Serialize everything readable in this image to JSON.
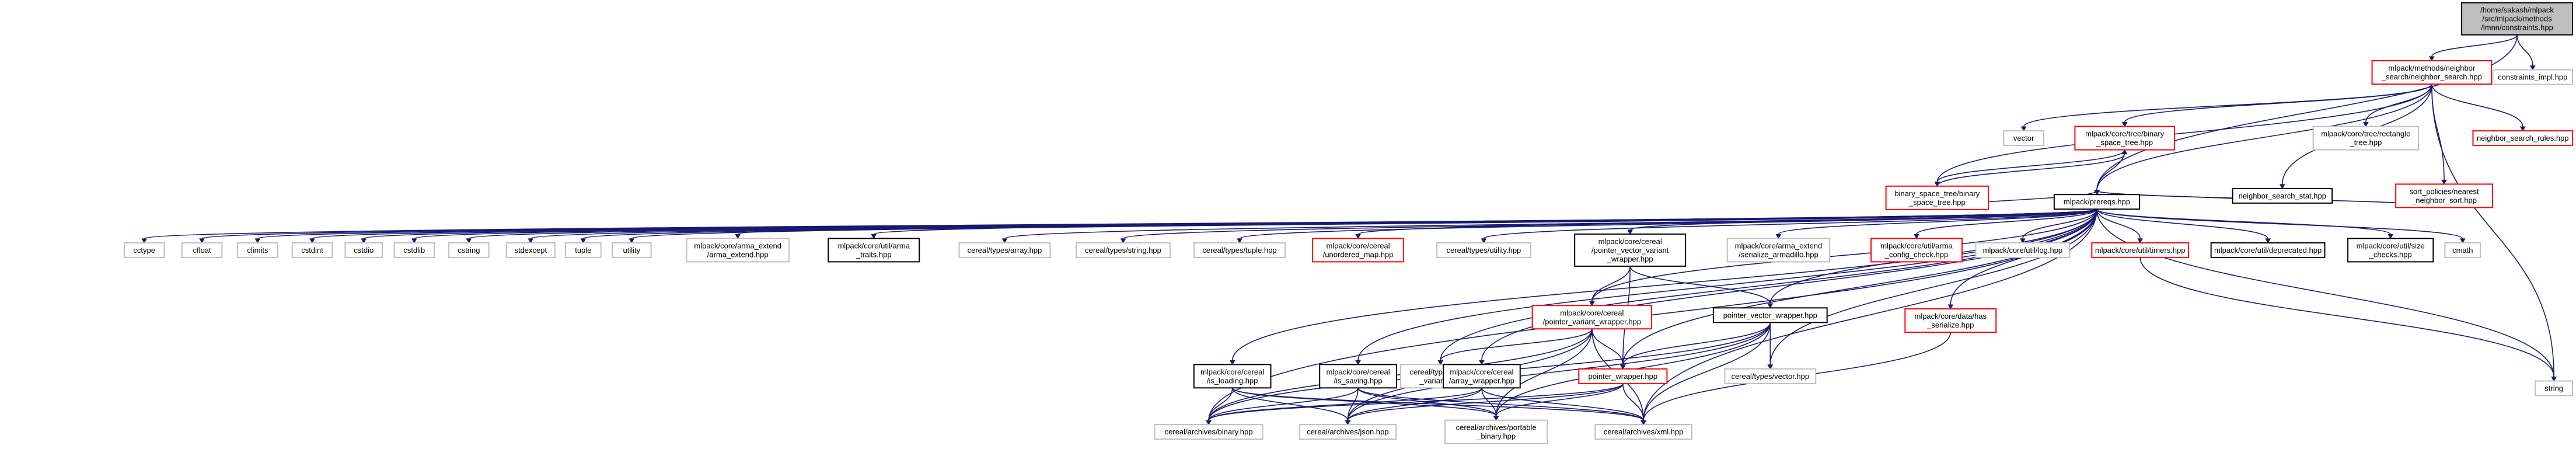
{
  "title": "",
  "root": "/home/sakash/mlpack/src/mlpack/methods/lmnn/constraints.hpp",
  "nodes": {
    "root": "/home/sakash/mlpack\n/src/mlpack/methods\n/lmnn/constraints.hpp",
    "constraints_impl": "constraints_impl.hpp",
    "neighbor_search": "mlpack/methods/neighbor\n_search/neighbor_search.hpp",
    "prereqs": "mlpack/prereqs.hpp",
    "string": "string",
    "vector": "vector",
    "bst": "mlpack/core/tree/binary\n_space_tree.hpp",
    "rect_tree": "mlpack/core/tree/rectangle\n_tree.hpp",
    "ns_rules": "neighbor_search_rules.hpp",
    "bst_inner": "binary_space_tree/binary\n_space_tree.hpp",
    "ns_stat": "neighbor_search_stat.hpp",
    "nearest_sort": "sort_policies/nearest\n_neighbor_sort.hpp",
    "cctype": "cctype",
    "cfloat": "cfloat",
    "climits": "climits",
    "cstdint": "cstdint",
    "cstdio": "cstdio",
    "cstdlib": "cstdlib",
    "cstring": "cstring",
    "stdexcept": "stdexcept",
    "tuple": "tuple",
    "utility": "utility",
    "arma_extend": "mlpack/core/arma_extend\n/arma_extend.hpp",
    "arma_traits": "mlpack/core/util/arma\n_traits.hpp",
    "types_array": "cereal/types/array.hpp",
    "types_string": "cereal/types/string.hpp",
    "types_tuple": "cereal/types/tuple.hpp",
    "unordered_map": "mlpack/core/cereal\n/unordered_map.hpp",
    "types_utility": "cereal/types/utility.hpp",
    "pvvw": "mlpack/core/cereal\n/pointer_vector_variant\n_wrapper.hpp",
    "serialize_armadillo": "mlpack/core/arma_extend\n/serialize_armadillo.hpp",
    "arma_config": "mlpack/core/util/arma\n_config_check.hpp",
    "log": "mlpack/core/util/log.hpp",
    "timers": "mlpack/core/util/timers.hpp",
    "deprecated": "mlpack/core/util/deprecated.hpp",
    "size_checks": "mlpack/core/util/size\n_checks.hpp",
    "cmath": "cmath",
    "pvw_core": "mlpack/core/cereal\n/pointer_variant_wrapper.hpp",
    "pvw": "pointer_vector_wrapper.hpp",
    "has_serialize": "mlpack/core/data/has\n_serialize.hpp",
    "boost_variant": "cereal/types/boost\n_variant.hpp",
    "types_vector": "cereal/types/vector.hpp",
    "pointer_wrapper": "pointer_wrapper.hpp",
    "is_loading": "mlpack/core/cereal\n/is_loading.hpp",
    "is_saving": "mlpack/core/cereal\n/is_saving.hpp",
    "array_wrapper": "mlpack/core/cereal\n/array_wrapper.hpp",
    "binary": "cereal/archives/binary.hpp",
    "json": "cereal/archives/json.hpp",
    "portable_binary": "cereal/archives/portable\n_binary.hpp",
    "xml": "cereal/archives/xml.hpp"
  },
  "colors": {
    "edge": "#191970",
    "red_border": "#ff0000",
    "black_border": "#000000",
    "gray_border": "#bfbfbf",
    "root_fill": "#bfbfbf"
  }
}
